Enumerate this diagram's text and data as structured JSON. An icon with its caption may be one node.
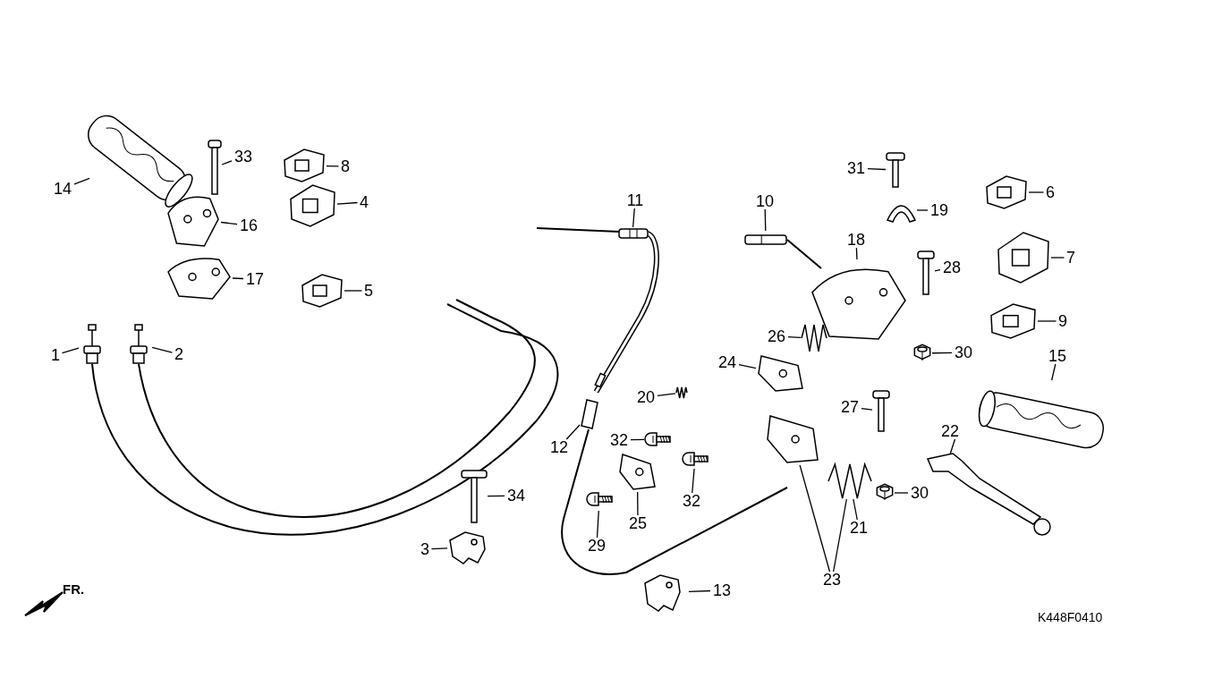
{
  "diagram": {
    "nodes": [
      {
        "text": [
          "1"
        ]
      },
      {
        "text": [],
        "shape": "picture"
      },
      {
        "text": [
          "2"
        ]
      },
      {
        "text": [],
        "shape": "picture"
      },
      {
        "text": [
          "3"
        ]
      },
      {
        "text": [],
        "shape": "picture"
      },
      {
        "text": [
          "4"
        ]
      },
      {
        "text": [],
        "shape": "picture"
      },
      {
        "text": [
          "5"
        ]
      },
      {
        "text": [],
        "shape": "picture"
      },
      {
        "text": [
          "6"
        ]
      },
      {
        "text": [],
        "shape": "picture"
      },
      {
        "text": [
          "7"
        ]
      },
      {
        "text": [],
        "shape": "picture"
      },
      {
        "text": [
          "8"
        ]
      },
      {
        "text": [],
        "shape": "picture"
      },
      {
        "text": [
          "9"
        ]
      },
      {
        "text": [],
        "shape": "picture"
      },
      {
        "text": [
          "10"
        ]
      },
      {
        "text": [],
        "shape": "picture"
      },
      {
        "text": [
          "11"
        ]
      },
      {
        "text": [],
        "shape": "picture"
      },
      {
        "text": [
          "12"
        ]
      },
      {
        "text": [],
        "shape": "picture"
      },
      {
        "text": [
          "13"
        ]
      },
      {
        "text": [],
        "shape": "picture"
      },
      {
        "text": [
          "14"
        ]
      },
      {
        "text": [],
        "shape": "picture"
      },
      {
        "text": [
          "15"
        ]
      },
      {
        "text": [],
        "shape": "picture"
      },
      {
        "text": [
          "16"
        ]
      },
      {
        "text": [],
        "shape": "picture"
      },
      {
        "text": [
          "17"
        ]
      },
      {
        "text": [],
        "shape": "picture"
      },
      {
        "text": [
          "18"
        ]
      },
      {
        "text": [],
        "shape": "picture"
      },
      {
        "text": [
          "19"
        ]
      },
      {
        "text": [],
        "shape": "picture"
      },
      {
        "text": [
          "20"
        ]
      },
      {
        "text": [],
        "shape": "picture"
      },
      {
        "text": [
          "21"
        ]
      },
      {
        "text": [],
        "shape": "picture"
      },
      {
        "text": [
          "22"
        ]
      },
      {
        "text": [],
        "shape": "picture"
      },
      {
        "text": [
          "23"
        ]
      },
      {
        "text": [],
        "shape": "picture"
      },
      {
        "text": [
          "24"
        ]
      },
      {
        "text": [],
        "shape": "picture"
      },
      {
        "text": [
          "25"
        ]
      },
      {
        "text": [],
        "shape": "picture"
      },
      {
        "text": [
          "26"
        ]
      },
      {
        "text": [],
        "shape": "picture"
      },
      {
        "text": [
          "27"
        ]
      },
      {
        "text": [],
        "shape": "picture"
      },
      {
        "text": [
          "28"
        ]
      },
      {
        "text": [],
        "shape": "picture"
      },
      {
        "text": [
          "29"
        ]
      },
      {
        "text": [],
        "shape": "picture"
      },
      {
        "text": [
          "30"
        ]
      },
      {
        "text": [],
        "shape": "picture"
      },
      {
        "text": [
          "30"
        ]
      },
      {
        "text": [],
        "shape": "picture"
      },
      {
        "text": [
          "31"
        ]
      },
      {
        "text": [],
        "shape": "picture"
      },
      {
        "text": [
          "32"
        ]
      },
      {
        "text": [],
        "shape": "picture"
      },
      {
        "text": [
          "32"
        ]
      },
      {
        "text": [],
        "shape": "picture"
      },
      {
        "text": [
          "33"
        ]
      },
      {
        "text": [],
        "shape": "picture"
      },
      {
        "text": [
          "34"
        ]
      },
      {
        "text": [],
        "shape": "picture"
      }
    ],
    "edges": [
      {
        "from": 0,
        "to": 1,
        "arrow": "none"
      },
      {
        "from": 2,
        "to": 3,
        "arrow": "none"
      },
      {
        "from": 4,
        "to": 5,
        "arrow": "none"
      },
      {
        "from": 6,
        "to": 7,
        "arrow": "none"
      },
      {
        "from": 8,
        "to": 9,
        "arrow": "none"
      },
      {
        "from": 10,
        "to": 11,
        "arrow": "none"
      },
      {
        "from": 12,
        "to": 13,
        "arrow": "none"
      },
      {
        "from": 14,
        "to": 15,
        "arrow": "none"
      },
      {
        "from": 16,
        "to": 17,
        "arrow": "none"
      },
      {
        "from": 18,
        "to": 19,
        "arrow": "none"
      },
      {
        "from": 20,
        "to": 21,
        "arrow": "none"
      },
      {
        "from": 22,
        "to": 23,
        "arrow": "none"
      },
      {
        "from": 24,
        "to": 25,
        "arrow": "none"
      },
      {
        "from": 26,
        "to": 27,
        "arrow": "none"
      },
      {
        "from": 28,
        "to": 29,
        "arrow": "none"
      },
      {
        "from": 30,
        "to": 31,
        "arrow": "none"
      },
      {
        "from": 32,
        "to": 33,
        "arrow": "none"
      },
      {
        "from": 34,
        "to": 35,
        "arrow": "none"
      },
      {
        "from": 36,
        "to": 37,
        "arrow": "none"
      },
      {
        "from": 38,
        "to": 39,
        "arrow": "none"
      },
      {
        "from": 40,
        "to": 41,
        "arrow": "none"
      },
      {
        "from": 42,
        "to": 43,
        "arrow": "none"
      },
      {
        "from": 44,
        "to": 45,
        "arrow": "none"
      },
      {
        "from": 44,
        "to": 41,
        "arrow": "none"
      },
      {
        "from": 46,
        "to": 47,
        "arrow": "none"
      },
      {
        "from": 48,
        "to": 49,
        "arrow": "none"
      },
      {
        "from": 50,
        "to": 51,
        "arrow": "none"
      },
      {
        "from": 52,
        "to": 53,
        "arrow": "none"
      },
      {
        "from": 54,
        "to": 55,
        "arrow": "none"
      },
      {
        "from": 56,
        "to": 57,
        "arrow": "none"
      },
      {
        "from": 58,
        "to": 59,
        "arrow": "none"
      },
      {
        "from": 60,
        "to": 61,
        "arrow": "none"
      },
      {
        "from": 62,
        "to": 63,
        "arrow": "none"
      },
      {
        "from": 64,
        "to": 65,
        "arrow": "none"
      },
      {
        "from": 66,
        "to": 67,
        "arrow": "none"
      },
      {
        "from": 68,
        "to": 69,
        "arrow": "none"
      },
      {
        "from": 70,
        "to": 71,
        "arrow": "none"
      }
    ],
    "labels": [
      "FR.",
      "K448F0410"
    ]
  }
}
